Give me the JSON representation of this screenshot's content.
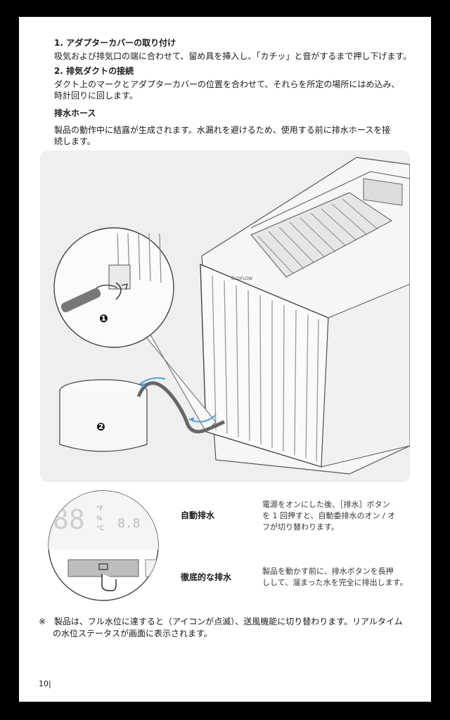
{
  "steps": [
    {
      "number": "1.",
      "title": "アダプターカバーの取り付け",
      "body": "吸気および排気口の端に合わせて、留め具を挿入し、「カチッ」と音がするまで押し下げます。"
    },
    {
      "number": "2.",
      "title": "排気ダクトの接続",
      "body_line1": "ダクト上のマークとアダプターカバーの位置を合わせて、それらを所定の場所にはめ込み、",
      "body_line2": "時計回りに回します。"
    }
  ],
  "drain_section": {
    "heading": "排水ホース",
    "body_line1": "製品の動作中に結露が生成されます。水漏れを避けるため、使用する前に排水ホースを接",
    "body_line2": "続します。"
  },
  "illustration": {
    "brand_logo": "ECOFLOW",
    "callouts": [
      "❶",
      "❷"
    ]
  },
  "panel": {
    "display_digits": "88",
    "small_digits": "8.8",
    "units": [
      "°F",
      "%",
      "°C"
    ],
    "power_icon": "power-icon",
    "drain_icon": "drain-icon",
    "hand_icon": "hand-press-icon"
  },
  "drain_modes": [
    {
      "label": "自動排水",
      "desc_line1": "電源をオンにした後、［排水］ボタン",
      "desc_line2": "を 1 回押すと、自動委排水のオン / オ",
      "desc_line3": "フが切り替わります。"
    },
    {
      "label": "徹底的な排水",
      "desc_line1": "製品を動かす前に、排水ボタンを長押",
      "desc_line2": "しして、溜まった水を完全に排出します。"
    }
  ],
  "note": {
    "mark": "※",
    "line1": "製品は、フル水位に達すると（アイコンが点滅）、送風機能に切り替わります。リアルタイム",
    "line2": "の水位ステータスが画面に表示されます。"
  },
  "page_number": "10"
}
